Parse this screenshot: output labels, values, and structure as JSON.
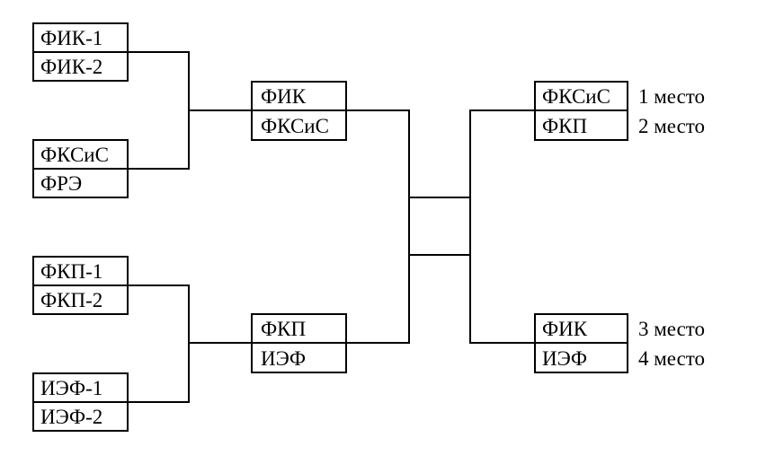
{
  "round1": {
    "match1": {
      "team_a": "ФИК-1",
      "team_b": "ФИК-2"
    },
    "match2": {
      "team_a": "ФКСиС",
      "team_b": "ФРЭ"
    },
    "match3": {
      "team_a": "ФКП-1",
      "team_b": "ФКП-2"
    },
    "match4": {
      "team_a": "ИЭФ-1",
      "team_b": "ИЭФ-2"
    }
  },
  "semifinal": {
    "match1": {
      "team_a": "ФИК",
      "team_b": "ФКСиС"
    },
    "match2": {
      "team_a": "ФКП",
      "team_b": "ИЭФ"
    }
  },
  "final": {
    "match": {
      "team_a": "ФКСиС",
      "team_b": "ФКП",
      "place_a": "1 место",
      "place_b": "2 место"
    }
  },
  "third_place": {
    "match": {
      "team_a": "ФИК",
      "team_b": "ИЭФ",
      "place_a": "3 место",
      "place_b": "4 место"
    }
  }
}
